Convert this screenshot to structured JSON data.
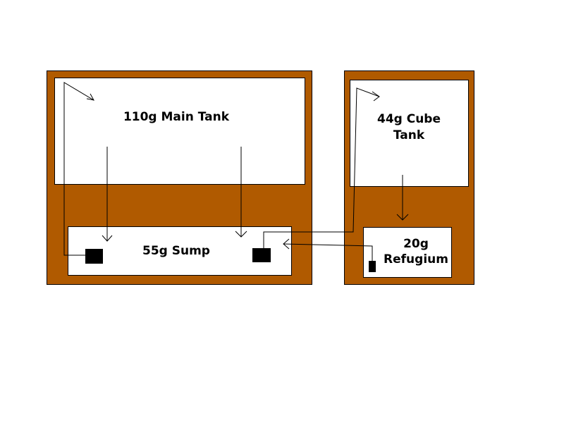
{
  "colors": {
    "stand": "#b05a00",
    "tank": "#ffffff",
    "pipe": "#000000",
    "pump": "#000000"
  },
  "tanks": {
    "main": {
      "label": "110g Main Tank"
    },
    "sump": {
      "label": "55g Sump"
    },
    "cube": {
      "label_line1": "44g Cube",
      "label_line2": "Tank"
    },
    "refugium": {
      "label_line1": "20g",
      "label_line2": "Refugium"
    }
  }
}
